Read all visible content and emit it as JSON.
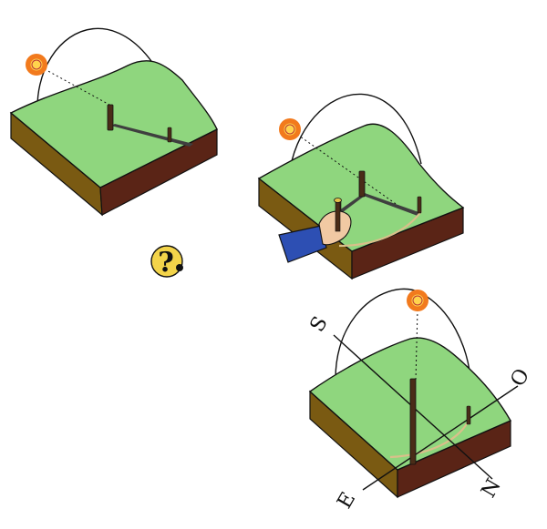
{
  "colors": {
    "grass": "#8fd67e",
    "grass_dark": "#6fbf63",
    "soil_left": "#7a5a12",
    "soil_right": "#5a2416",
    "outline": "#111111",
    "stick": "#4a2c18",
    "shadow": "#3f3f3f",
    "sun_outer": "#f27a1d",
    "sun_inner": "#ffd34d",
    "arc_string": "#d9bf8a",
    "sleeve": "#2d4fb3",
    "hand": "#f1c9a3",
    "question_bg": "#f3d44a"
  },
  "icons": {
    "sun": "sun-icon",
    "question": "question-mark-icon",
    "hand": "hand-icon"
  },
  "labels": {
    "question": "?",
    "south": "S",
    "north": "N",
    "east": "E",
    "west": "O"
  }
}
